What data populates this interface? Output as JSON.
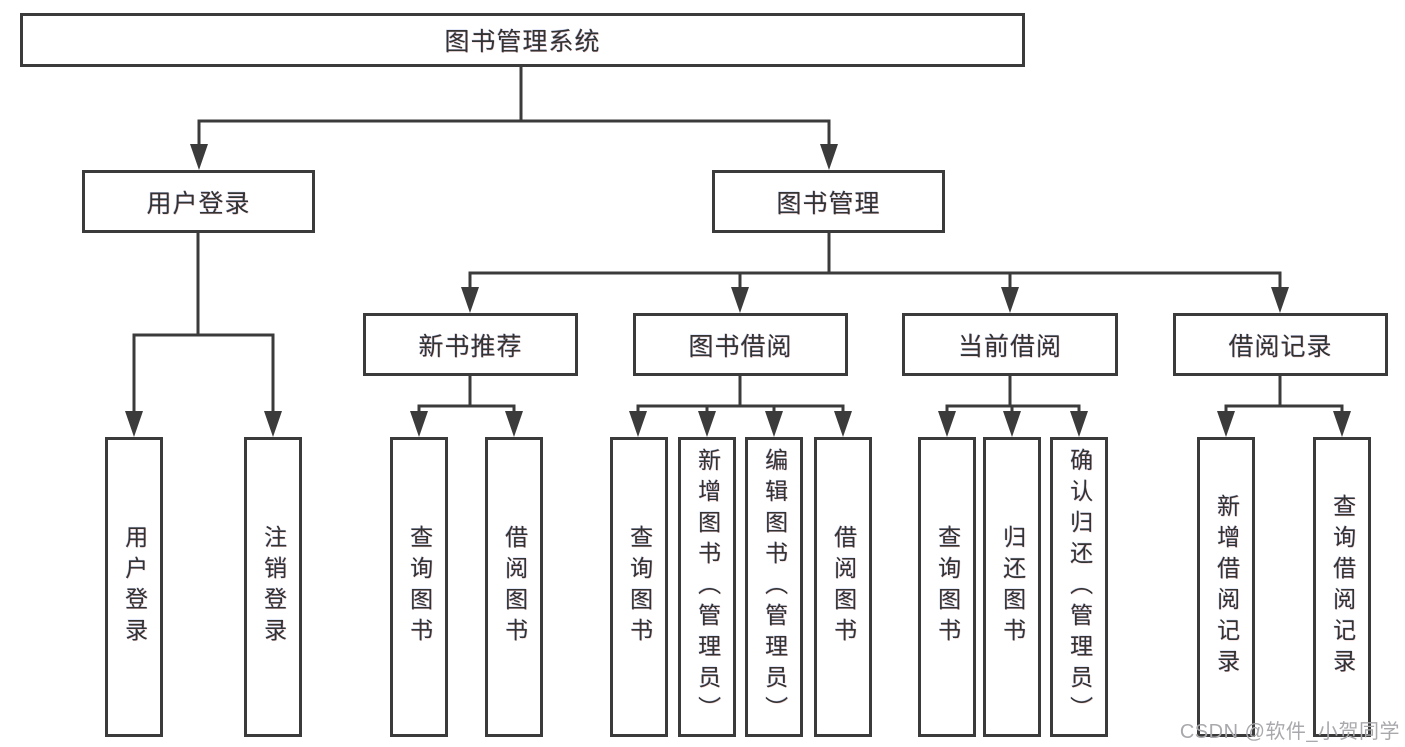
{
  "nodes": {
    "root": "图书管理系统",
    "user_login": "用户登录",
    "book_management": "图书管理",
    "new_book_recommend": "新书推荐",
    "book_borrowing": "图书借阅",
    "current_borrowing": "当前借阅",
    "borrowing_records": "借阅记录",
    "leaf_user_login": "用户登录",
    "leaf_logout": "注销登录",
    "leaf_query_book_recommend": "查询图书",
    "leaf_borrow_book_recommend": "借阅图书",
    "leaf_query_book_borrowing": "查询图书",
    "leaf_add_book_admin": "新增图书（管理员）",
    "leaf_edit_book_admin": "编辑图书（管理员）",
    "leaf_borrow_book_borrowing": "借阅图书",
    "leaf_query_book_current": "查询图书",
    "leaf_return_book": "归还图书",
    "leaf_confirm_return_admin": "确认归还（管理员）",
    "leaf_add_borrow_record": "新增借阅记录",
    "leaf_query_borrow_record": "查询借阅记录"
  },
  "watermark": "CSDN @软件_小贺同学",
  "colors": {
    "line": "#3b3b3b",
    "box_border": "#3b3b3b",
    "text": "#333333",
    "watermark": "#a9a9ad",
    "background": "#ffffff"
  }
}
